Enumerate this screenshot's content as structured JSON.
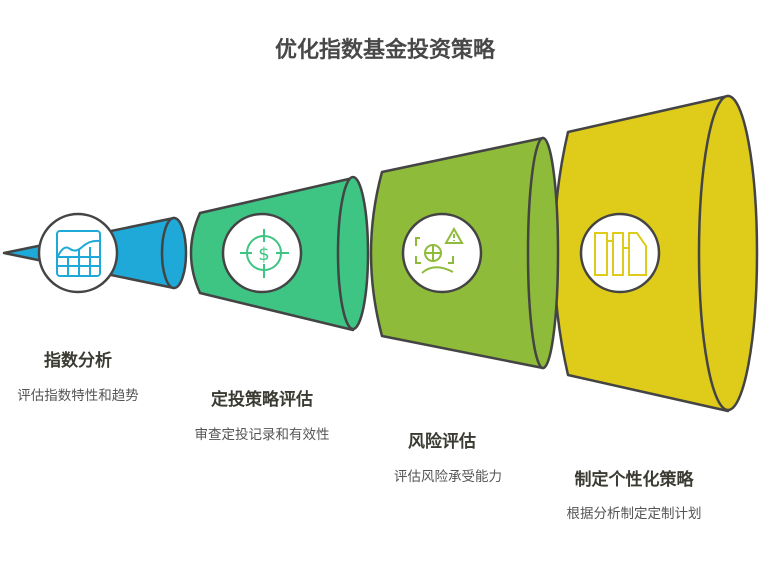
{
  "title": "优化指数基金投资策略",
  "stages": [
    {
      "title": "指数分析",
      "desc": "评估指数特性和趋势",
      "icon": "chart-grid-icon",
      "color": "#1fa9d8"
    },
    {
      "title": "定投策略评估",
      "desc": "审查定投记录和有效性",
      "icon": "dollar-target-icon",
      "color": "#3ec483"
    },
    {
      "title": "风险评估",
      "desc": "评估风险承受能力",
      "icon": "risk-warning-icon",
      "color": "#8fbb3a"
    },
    {
      "title": "制定个性化策略",
      "desc": "根据分析制定定制计划",
      "icon": "plan-columns-icon",
      "color": "#dfcb1a"
    }
  ]
}
